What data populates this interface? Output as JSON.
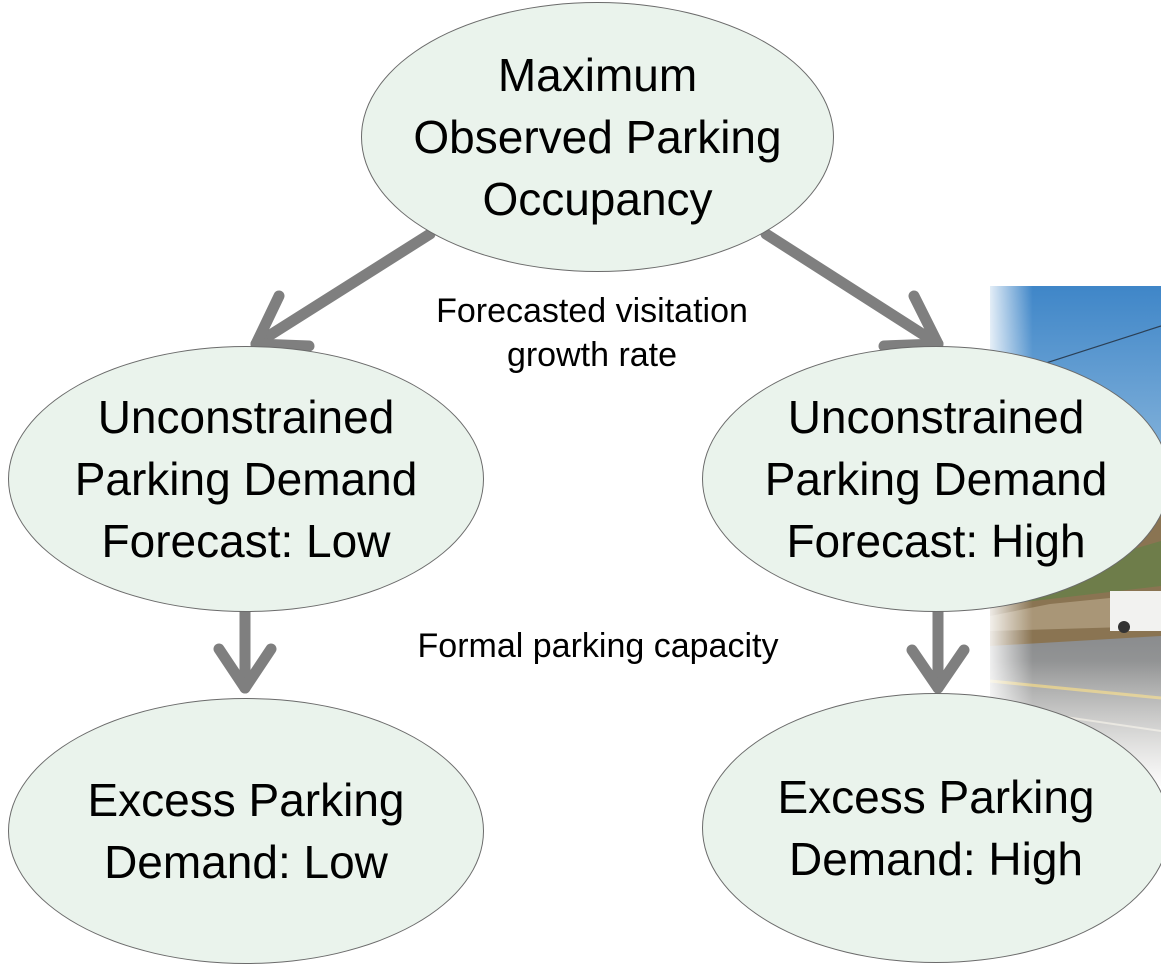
{
  "nodes": {
    "max_occupancy": "Maximum\nObserved Parking\nOccupancy",
    "forecast_low": "Unconstrained\nParking Demand\nForecast: Low",
    "forecast_high": "Unconstrained\nParking Demand\nForecast: High",
    "excess_low": "Excess Parking\nDemand: Low",
    "excess_high": "Excess Parking\nDemand: High"
  },
  "edge_labels": {
    "growth_rate": "Forecasted visitation\ngrowth rate",
    "capacity": "Formal parking capacity"
  },
  "colors": {
    "node_fill": "#eaf3ec",
    "node_border": "#6b6b6b",
    "arrow": "#7f7f7f"
  }
}
